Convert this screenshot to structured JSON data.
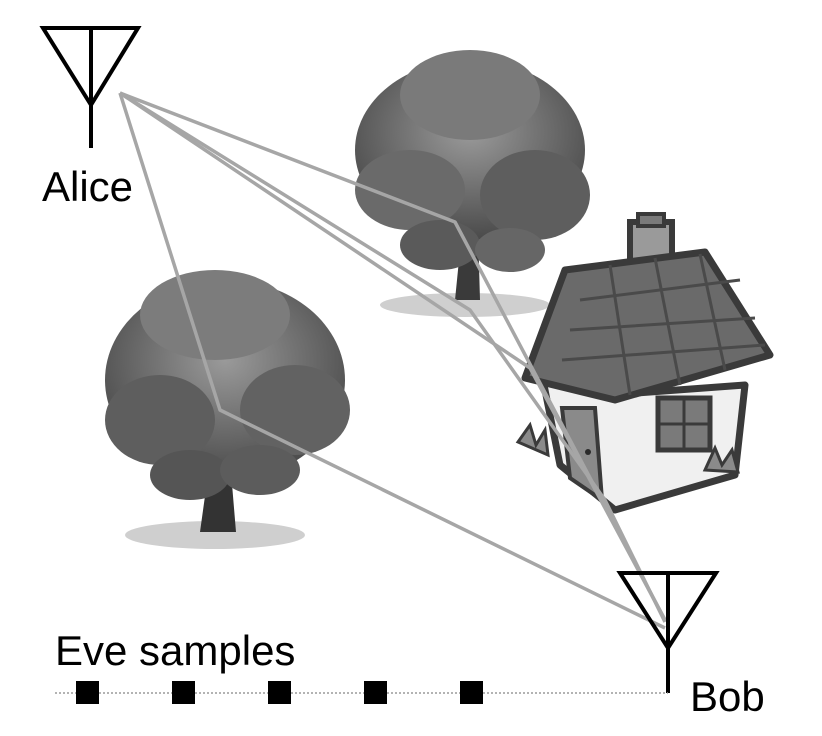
{
  "labels": {
    "alice": "Alice",
    "bob": "Bob",
    "eve": "Eve samples"
  },
  "objects": {
    "alice_antenna": "antenna-icon",
    "bob_antenna": "antenna-icon",
    "trees": [
      "tree-icon",
      "tree-icon"
    ],
    "house": "house-icon"
  },
  "eve_sample_count": 5,
  "colors": {
    "paths": "#a6a6a6",
    "antenna": "#000000",
    "samples": "#000000",
    "baseline": "#9a9a9a"
  }
}
